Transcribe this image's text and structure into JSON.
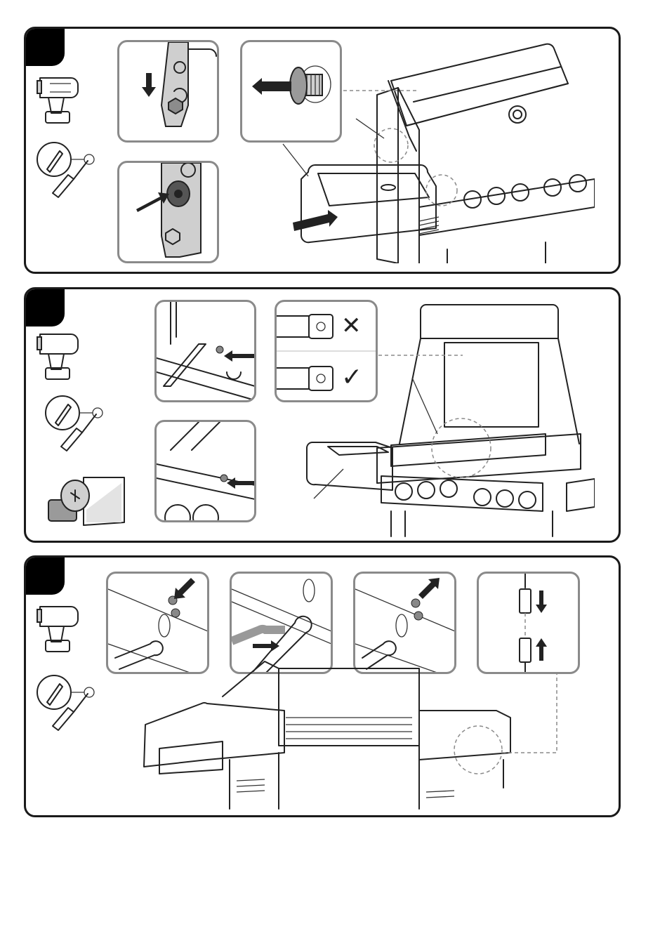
{
  "page": {
    "title": ""
  },
  "steps": [
    {
      "number": "",
      "tools": [
        "drill-icon",
        "screwdriver-icon"
      ],
      "callout_count": 3
    },
    {
      "number": "",
      "tools": [
        "drill-icon",
        "screwdriver-icon",
        "screw-bag-icon"
      ],
      "callout_count": 4
    },
    {
      "number": "",
      "tools": [
        "drill-icon",
        "screwdriver-icon"
      ],
      "callout_count": 4
    }
  ],
  "step2": {
    "wrong_mark": "✕",
    "right_mark": "✓"
  },
  "colors": {
    "border": "#1a1a1a",
    "inset_border": "#8a8a8a",
    "dashed": "#8a8a8a"
  }
}
